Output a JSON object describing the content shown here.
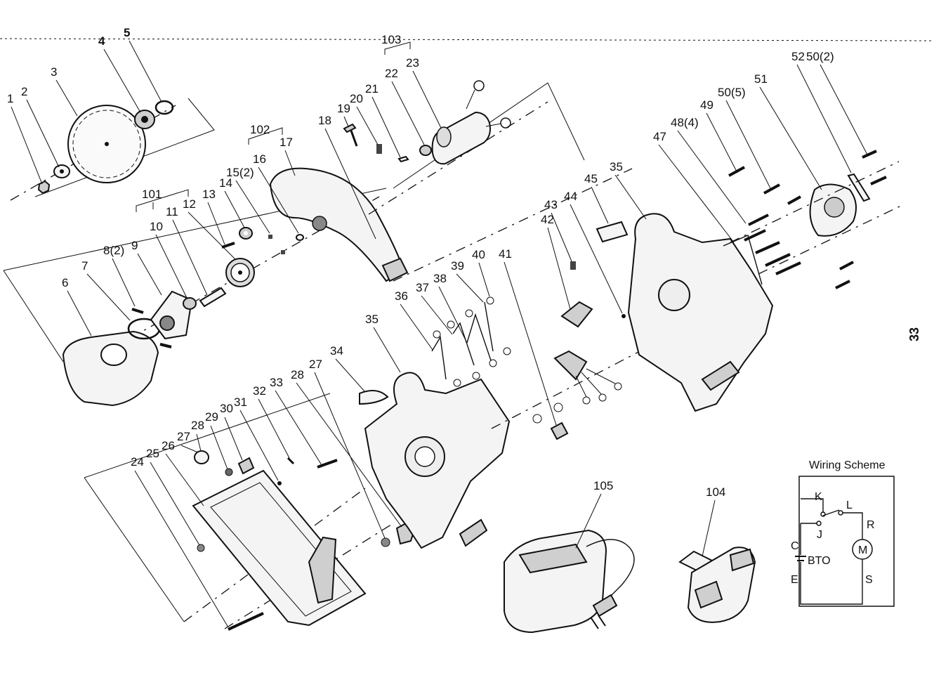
{
  "labels": {
    "p1": "1",
    "p2": "2",
    "p3": "3",
    "p4": "4",
    "p5": "5",
    "p6": "6",
    "p7": "7",
    "p8": "8(2)",
    "p9": "9",
    "p10": "10",
    "p11": "11",
    "p12": "12",
    "p13": "13",
    "p14": "14",
    "p15": "15(2)",
    "p16": "16",
    "p17": "17",
    "p18": "18",
    "p19": "19",
    "p20": "20",
    "p21": "21",
    "p22": "22",
    "p23": "23",
    "p24": "24",
    "p25": "25",
    "p26": "26",
    "p27a": "27",
    "p28a": "28",
    "p29": "29",
    "p30": "30",
    "p31": "31",
    "p32": "32",
    "p33": "33",
    "p28b": "28",
    "p27b": "27",
    "p34": "34",
    "p35a": "35",
    "p36": "36",
    "p37": "37",
    "p38": "38",
    "p39": "39",
    "p40": "40",
    "p41": "41",
    "p42": "42",
    "p43": "43",
    "p44": "44",
    "p45": "45",
    "p35b": "35",
    "p47": "47",
    "p48": "48(4)",
    "p49": "49",
    "p50a": "50(5)",
    "p51": "51",
    "p52": "52",
    "p50b": "50(2)",
    "p101": "101",
    "p102": "102",
    "p103": "103",
    "p104": "104",
    "p105": "105"
  },
  "page_number": "33",
  "wiring": {
    "title": "Wiring Scheme",
    "k": "K",
    "l": "L",
    "j": "J",
    "r": "R",
    "m": "M",
    "c": "C",
    "bto": "BTO",
    "e": "E",
    "s": "S"
  }
}
